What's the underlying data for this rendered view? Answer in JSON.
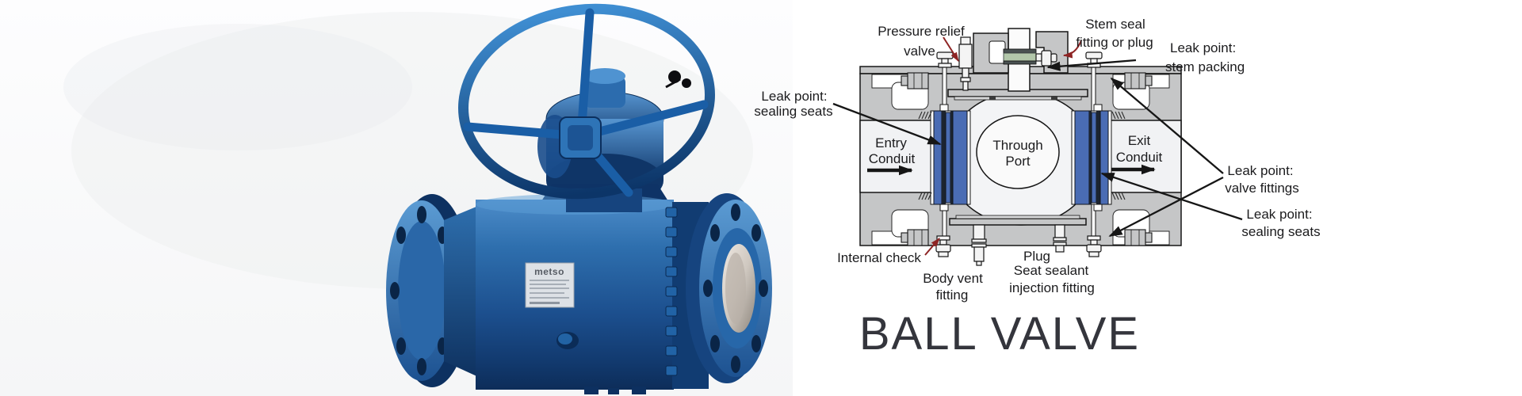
{
  "page": {
    "background": "#ffffff"
  },
  "photo": {
    "brand_label": "metso",
    "description": "Blue trunnion-mounted ball valve with large handwheel, photographed on white background",
    "colors": {
      "valve_blue_light": "#4d8cc9",
      "valve_blue_dark": "#0d2d59",
      "bore_metal": "#cfc8c0"
    }
  },
  "diagram": {
    "title": "BALL VALVE",
    "labels": {
      "pressure_relief": {
        "lines": [
          "Pressure relief",
          "valve"
        ]
      },
      "stem_seal": {
        "lines": [
          "Stem seal",
          "fitting or plug"
        ]
      },
      "leak_stem_packing": {
        "lines": [
          "Leak point:",
          "stem packing"
        ]
      },
      "leak_sealing_seats_left": {
        "lines": [
          "Leak point:",
          "sealing seats"
        ]
      },
      "entry_conduit": {
        "lines": [
          "Entry",
          "Conduit"
        ]
      },
      "through_port": {
        "lines": [
          "Through",
          "Port"
        ]
      },
      "exit_conduit": {
        "lines": [
          "Exit",
          "Conduit"
        ]
      },
      "leak_valve_fittings": {
        "lines": [
          "Leak point:",
          "valve fittings"
        ]
      },
      "leak_sealing_seats_right": {
        "lines": [
          "Leak point:",
          "sealing seats"
        ]
      },
      "internal_check": {
        "lines": [
          "Internal check"
        ]
      },
      "body_vent": {
        "lines": [
          "Body vent",
          "fitting"
        ]
      },
      "plug": {
        "lines": [
          "Plug"
        ]
      },
      "seat_sealant": {
        "lines": [
          "Seat sealant",
          "injection fitting"
        ]
      }
    },
    "colors": {
      "body_gray": "#c5c6c7",
      "conduit_fill": "#f1f2f4",
      "seat_blue": "#4a6cb4",
      "packing_green": "#b2c7aa",
      "leak_arrow_black": "#161616",
      "callout_red": "#8e2424",
      "title_color": "#34353c"
    }
  }
}
